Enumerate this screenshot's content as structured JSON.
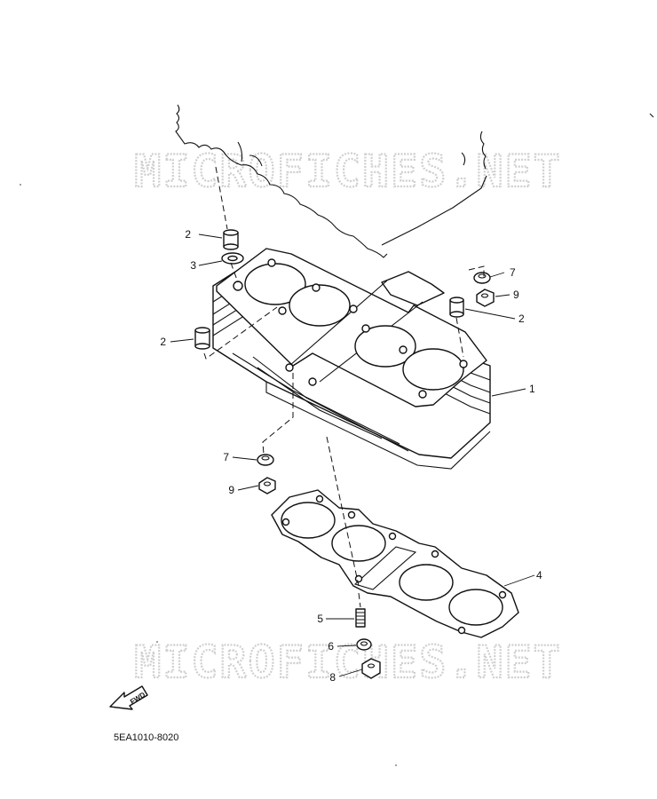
{
  "watermark": "MICROFICHES.NET",
  "diagram_code": "5EA1010-8020",
  "fwd_label": "FWD",
  "callouts": {
    "dowel_top_left": "2",
    "oring_top_left": "3",
    "dowel_left": "2",
    "cap_top_right": "7",
    "nut_top_right": "9",
    "dowel_right": "2",
    "cylinder": "1",
    "cap_lower_left": "7",
    "nut_lower_left": "9",
    "gasket": "4",
    "stud_bolt": "5",
    "washer": "6",
    "nut_bottom": "8"
  }
}
